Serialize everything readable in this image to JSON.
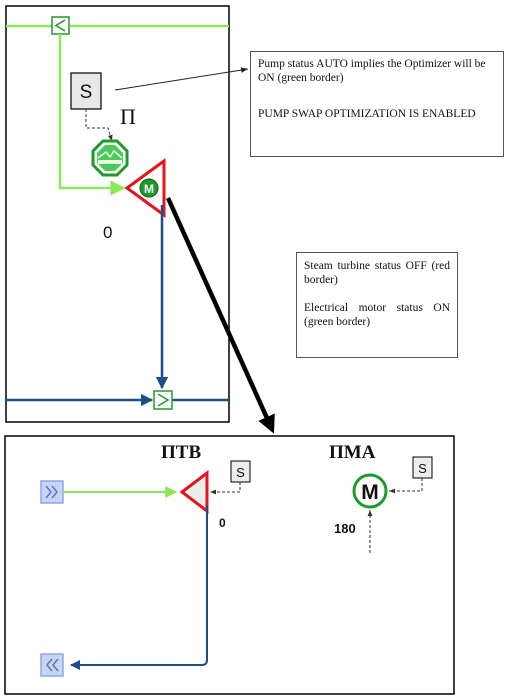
{
  "colors": {
    "flow_green": "#8ee75a",
    "flow_blue": "#1a4f8a",
    "status_red": "#e0161c",
    "status_green": "#1f9a2a",
    "connector_blue": "#8da7e8"
  },
  "top_panel": {
    "status_block_label": "S",
    "pump_label": "П",
    "motor_label": "M",
    "pump_value": "0"
  },
  "bottom_panel": {
    "turbine_title": "ПТВ",
    "motor_title": "ПМА",
    "turbine_status_label": "S",
    "motor_status_label": "S",
    "motor_label": "M",
    "turbine_value": "0",
    "motor_value": "180"
  },
  "notes": {
    "pump_note_line1": "Pump status AUTO implies the Optimizer will be ON (green border)",
    "pump_note_line2": "PUMP SWAP OPTIMIZATION IS ENABLED",
    "turbine_note_line1": "Steam turbine status OFF (red border)",
    "turbine_note_line2": "Electrical motor status ON (green border)"
  },
  "icons": {
    "inlet_connector": "chevron-left-connector-icon",
    "outlet_connector": "chevron-right-connector-icon",
    "pump": "pump-octagon-icon",
    "turbine": "turbine-triangle-icon",
    "motor": "motor-circle-icon",
    "bottom_inlet": "double-chevron-right-icon",
    "bottom_outlet": "double-chevron-left-icon"
  }
}
